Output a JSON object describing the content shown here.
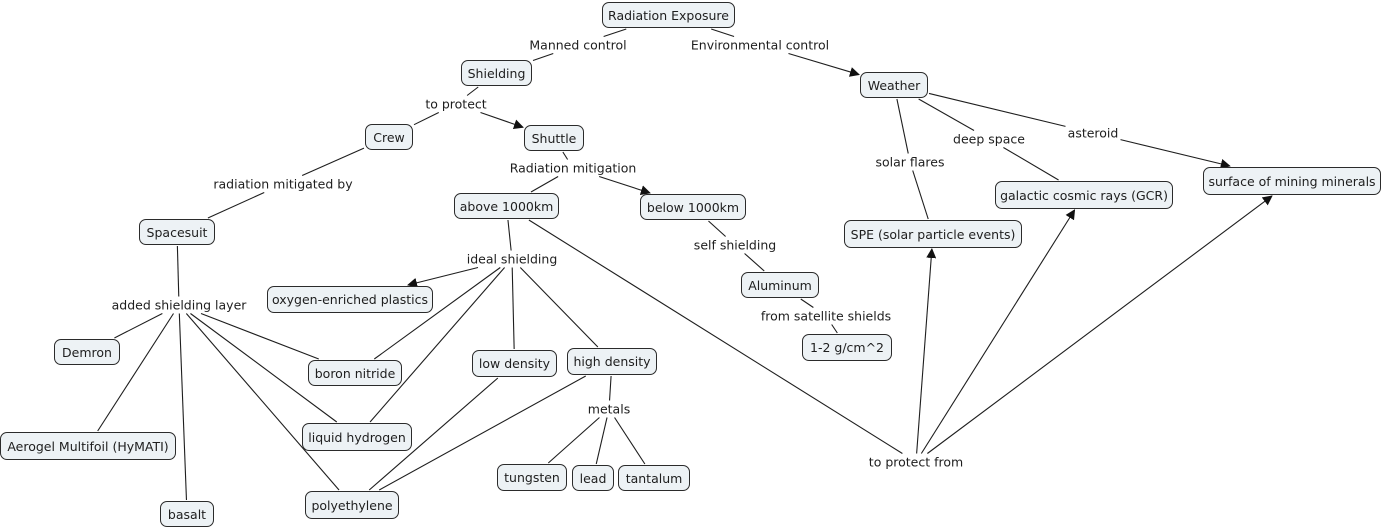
{
  "diagram": {
    "title": "Radiation Exposure",
    "colors": {
      "node_fill": "#edf2f5",
      "node_border": "#2b2b2b",
      "line": "#1e1e1e",
      "background": "#ffffff"
    },
    "nodes": [
      {
        "id": "radiation",
        "label": "Radiation Exposure"
      },
      {
        "id": "shielding",
        "label": "Shielding"
      },
      {
        "id": "weather",
        "label": "Weather"
      },
      {
        "id": "crew",
        "label": "Crew"
      },
      {
        "id": "shuttle",
        "label": "Shuttle"
      },
      {
        "id": "spacesuit",
        "label": "Spacesuit"
      },
      {
        "id": "above",
        "label": "above 1000km"
      },
      {
        "id": "below",
        "label": "below 1000km"
      },
      {
        "id": "aluminum",
        "label": "Aluminum"
      },
      {
        "id": "gcm",
        "label": "1-2 g/cm^2"
      },
      {
        "id": "oxygen",
        "label": "oxygen-enriched plastics"
      },
      {
        "id": "demron",
        "label": "Demron"
      },
      {
        "id": "boron",
        "label": "boron nitride"
      },
      {
        "id": "lowdensity",
        "label": "low density"
      },
      {
        "id": "highdensity",
        "label": "high density"
      },
      {
        "id": "aerogel",
        "label": "Aerogel Multifoil (HyMATI)"
      },
      {
        "id": "liquidh",
        "label": "liquid hydrogen"
      },
      {
        "id": "tungsten",
        "label": "tungsten"
      },
      {
        "id": "lead",
        "label": "lead"
      },
      {
        "id": "tantalum",
        "label": "tantalum"
      },
      {
        "id": "basalt",
        "label": "basalt"
      },
      {
        "id": "polyethylene",
        "label": "polyethylene"
      },
      {
        "id": "spe",
        "label": "SPE (solar particle events)"
      },
      {
        "id": "gcr",
        "label": "galactic cosmic rays (GCR)"
      },
      {
        "id": "surface",
        "label": "surface of mining minerals"
      }
    ],
    "phrases": [
      {
        "id": "p_manned",
        "label": "Manned control"
      },
      {
        "id": "p_env",
        "label": "Environmental control"
      },
      {
        "id": "p_toprotect",
        "label": "to protect"
      },
      {
        "id": "p_radmitby",
        "label": "radiation mitigated by"
      },
      {
        "id": "p_radmit",
        "label": "Radiation mitigation"
      },
      {
        "id": "p_selfshield",
        "label": "self shielding"
      },
      {
        "id": "p_satellite",
        "label": "from satellite shields"
      },
      {
        "id": "p_ideal",
        "label": "ideal shielding"
      },
      {
        "id": "p_added",
        "label": "added shielding layer"
      },
      {
        "id": "p_metals",
        "label": "metals"
      },
      {
        "id": "p_protectfrom",
        "label": "to protect from"
      },
      {
        "id": "p_solar",
        "label": "solar flares"
      },
      {
        "id": "p_deep",
        "label": "deep space"
      },
      {
        "id": "p_asteroid",
        "label": "asteroid"
      }
    ],
    "edges": [
      {
        "from": "radiation",
        "to": "p_manned",
        "arrow": false
      },
      {
        "from": "p_manned",
        "to": "shielding",
        "arrow": false
      },
      {
        "from": "radiation",
        "to": "p_env",
        "arrow": false
      },
      {
        "from": "p_env",
        "to": "weather",
        "arrow": true
      },
      {
        "from": "shielding",
        "to": "p_toprotect",
        "arrow": false
      },
      {
        "from": "p_toprotect",
        "to": "crew",
        "arrow": false
      },
      {
        "from": "p_toprotect",
        "to": "shuttle",
        "arrow": true
      },
      {
        "from": "crew",
        "to": "p_radmitby",
        "arrow": false
      },
      {
        "from": "p_radmitby",
        "to": "spacesuit",
        "arrow": false
      },
      {
        "from": "shuttle",
        "to": "p_radmit",
        "arrow": false
      },
      {
        "from": "p_radmit",
        "to": "above",
        "arrow": false
      },
      {
        "from": "p_radmit",
        "to": "below",
        "arrow": true
      },
      {
        "from": "below",
        "to": "p_selfshield",
        "arrow": false
      },
      {
        "from": "p_selfshield",
        "to": "aluminum",
        "arrow": false
      },
      {
        "from": "aluminum",
        "to": "p_satellite",
        "arrow": false
      },
      {
        "from": "p_satellite",
        "to": "gcm",
        "arrow": false
      },
      {
        "from": "above",
        "to": "p_ideal",
        "arrow": false
      },
      {
        "from": "p_ideal",
        "to": "oxygen",
        "arrow": true
      },
      {
        "from": "p_ideal",
        "to": "boron",
        "arrow": false
      },
      {
        "from": "p_ideal",
        "to": "liquidh",
        "arrow": false
      },
      {
        "from": "p_ideal",
        "to": "lowdensity",
        "arrow": false
      },
      {
        "from": "p_ideal",
        "to": "highdensity",
        "arrow": false
      },
      {
        "from": "above",
        "to": "p_protectfrom",
        "arrow": false
      },
      {
        "from": "spacesuit",
        "to": "p_added",
        "arrow": false
      },
      {
        "from": "p_added",
        "to": "demron",
        "arrow": false
      },
      {
        "from": "p_added",
        "to": "aerogel",
        "arrow": false
      },
      {
        "from": "p_added",
        "to": "basalt",
        "arrow": false
      },
      {
        "from": "p_added",
        "to": "polyethylene",
        "arrow": false
      },
      {
        "from": "p_added",
        "to": "liquidh",
        "arrow": false
      },
      {
        "from": "p_added",
        "to": "boron",
        "arrow": false
      },
      {
        "from": "lowdensity",
        "to": "polyethylene",
        "arrow": false
      },
      {
        "from": "highdensity",
        "to": "polyethylene",
        "arrow": false
      },
      {
        "from": "highdensity",
        "to": "p_metals",
        "arrow": false
      },
      {
        "from": "p_metals",
        "to": "tungsten",
        "arrow": false
      },
      {
        "from": "p_metals",
        "to": "lead",
        "arrow": false
      },
      {
        "from": "p_metals",
        "to": "tantalum",
        "arrow": false
      },
      {
        "from": "p_protectfrom",
        "to": "spe",
        "arrow": true
      },
      {
        "from": "p_protectfrom",
        "to": "gcr",
        "arrow": true
      },
      {
        "from": "p_protectfrom",
        "to": "surface",
        "arrow": true
      },
      {
        "from": "weather",
        "to": "p_solar",
        "arrow": false
      },
      {
        "from": "p_solar",
        "to": "spe",
        "arrow": false
      },
      {
        "from": "weather",
        "to": "p_deep",
        "arrow": false
      },
      {
        "from": "p_deep",
        "to": "gcr",
        "arrow": false
      },
      {
        "from": "weather",
        "to": "p_asteroid",
        "arrow": false
      },
      {
        "from": "p_asteroid",
        "to": "surface",
        "arrow": true
      }
    ]
  }
}
